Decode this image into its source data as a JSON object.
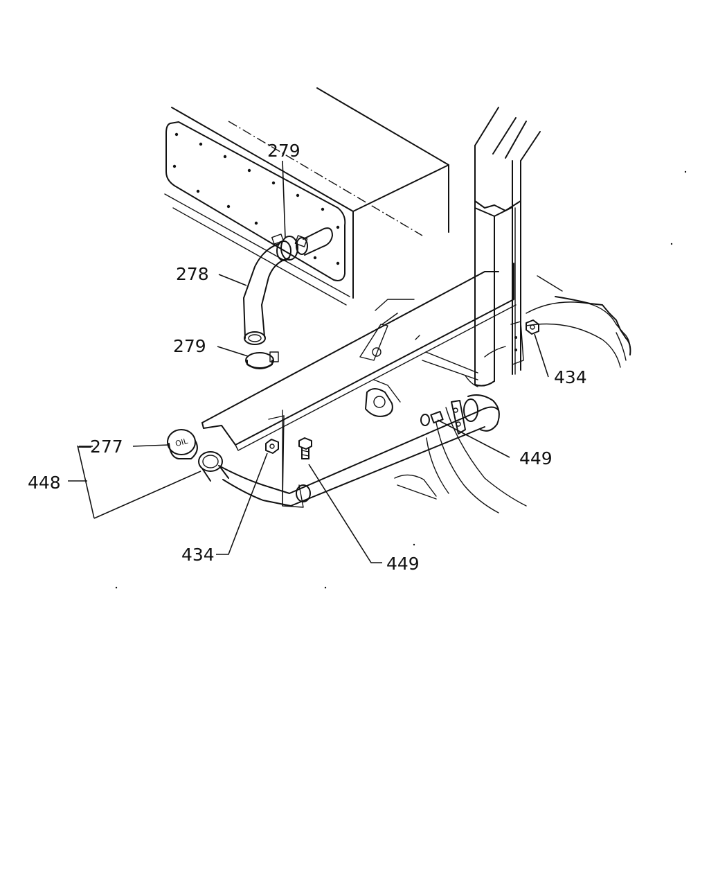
{
  "labels": {
    "l279_top": "279",
    "l278": "278",
    "l279_bottom": "279",
    "l434_right": "434",
    "l449_right": "449",
    "l277": "277",
    "l448": "448",
    "l434_bottom": "434",
    "l449_bottom": "449"
  },
  "cap_text": "OIL",
  "colors": {
    "ink": "#111111",
    "paper": "#ffffff"
  }
}
